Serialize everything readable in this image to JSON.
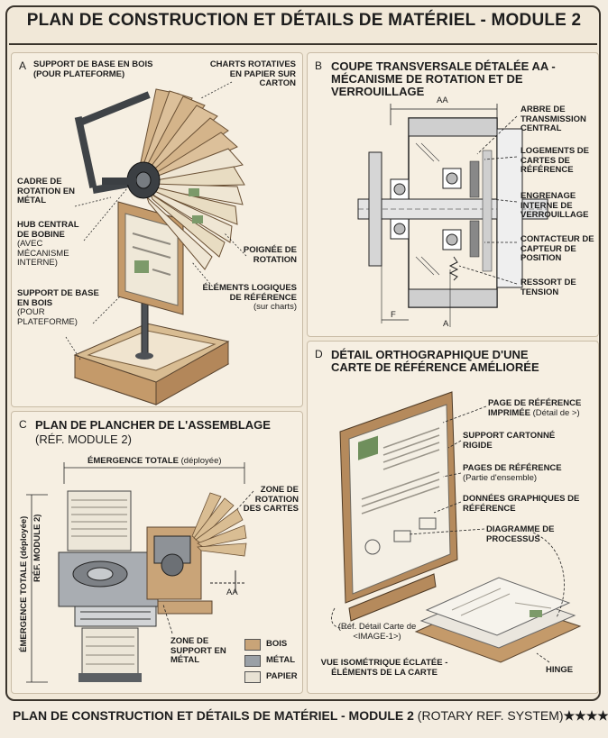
{
  "title": "PLAN DE CONSTRUCTION ET DÉTAILS DE MATÉRIEL - MODULE 2",
  "panel_a": {
    "letter": "A",
    "labels": {
      "support_base_top": "SUPPORT DE BASE EN BOIS",
      "support_base_top_sub": "(POUR PLATEFORME)",
      "charts_rotatives": "CHARTS ROTATIVES EN PAPIER SUR CARTON",
      "cadre": "CADRE DE ROTATION EN MÉTAL",
      "hub": "HUB CENTRAL DE BOBINE",
      "hub_sub": "(AVEC MÉCANISME INTERNE)",
      "poignee": "POIGNÉE DE ROTATION",
      "elements": "ÉLÉMENTS LOGIQUES DE RÉFÉRENCE",
      "elements_sub": "(sur charts)",
      "support_base_bottom": "SUPPORT DE BASE EN BOIS",
      "support_base_bottom_sub": "(POUR PLATEFORME)"
    }
  },
  "panel_b": {
    "letter": "B",
    "title_line1": "COUPE TRANSVERSALE DÉTALÉE AA -",
    "title_line2": "MÉCANISME DE ROTATION ET DE VERROUILLAGE",
    "dim_aa": "AA",
    "dim_f": "F",
    "dim_a": "A",
    "labels": {
      "arbre": "ARBRE DE TRANSMISSION CENTRAL",
      "logements": "LOGEMENTS DE CARTES DE RÉFÉRENCE",
      "engrenage": "ENGRENAGE INTERNE DE VERROUILLAGE",
      "contacteur": "CONTACTEUR DE CAPTEUR DE POSITION",
      "ressort": "RESSORT DE TENSION"
    }
  },
  "panel_c": {
    "letter": "C",
    "title_line1": "PLAN DE PLANCHER DE L'ASSEMBLAGE",
    "title_line2": "(RÉF. MODULE 2)",
    "emergence_top": "ÉMERGENCE TOTALE",
    "emergence_top_sub": "(déployée)",
    "emergence_side": "ÉMERGENCE TOTALE (déployée)",
    "ref_side": "RÉF. MODULE 2)",
    "zone_rotation": "ZONE DE ROTATION DES CARTES",
    "zone_support": "ZONE DE SUPPORT EN MÉTAL",
    "dim_aa": "AA",
    "legend": [
      {
        "label": "BOIS",
        "color": "#c9a478"
      },
      {
        "label": "MÉTAL",
        "color": "#9aa0a6"
      },
      {
        "label": "PAPIER",
        "color": "#e8e2d4"
      }
    ]
  },
  "panel_d": {
    "letter": "D",
    "title_line1": "DÉTAIL ORTHOGRAPHIQUE D'UNE",
    "title_line2": "CARTE DE RÉFÉRENCE AMÉLIORÉE",
    "labels": {
      "page_imprimee": "PAGE DE RÉFÉRENCE IMPRIMÉE",
      "page_imprimee_sub": "(Détail de >)",
      "support_cartonne": "SUPPORT CARTONNÉ RIGIDE",
      "pages_ref": "PAGES DE RÉFÉRENCE",
      "pages_ref_sub": "(Partie d'ensemble)",
      "donnees": "DONNÉES GRAPHIQUES DE RÉFÉRENCE",
      "diagramme": "DIAGRAMME DE PROCESSUS",
      "ref_detail": "(Réf. Détail Carte de <IMAGE-1>)",
      "vue_iso": "VUE ISOMÉTRIQUE ÉCLATÉE - ÉLÉMENTS DE LA CARTE",
      "hinge": "HINGE"
    }
  },
  "footer": {
    "bold": "PLAN DE CONSTRUCTION ET DÉTAILS DE MATÉRIEL - MODULE 2",
    "light": "(ROTARY REF. SYSTEM)",
    "stars": "★★★★"
  },
  "colors": {
    "wood": "#c9a478",
    "metal": "#5b5f63",
    "paper": "#ebe4d4",
    "line": "#2a2a2a",
    "bg": "#f3ece0"
  }
}
